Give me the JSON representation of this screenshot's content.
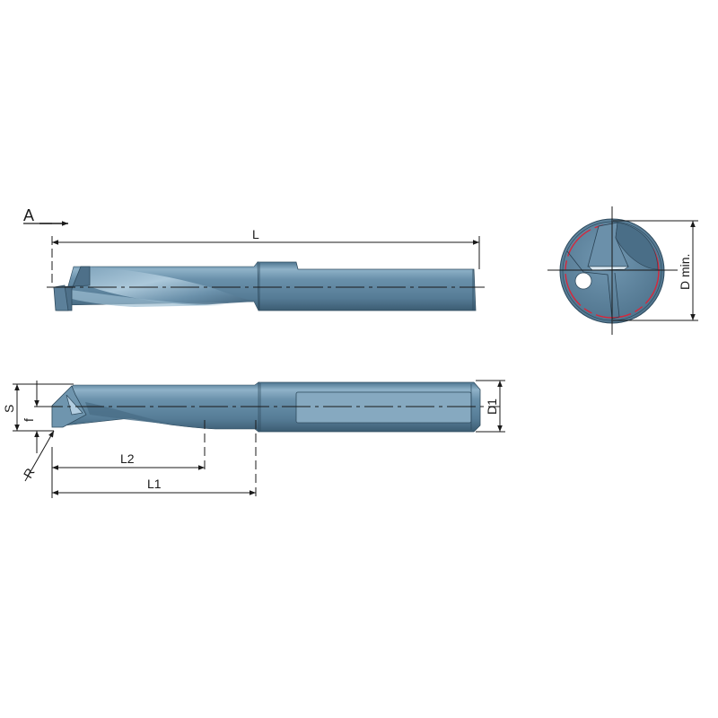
{
  "diagram": {
    "type": "technical-drawing",
    "subject": "solid carbide drill with coolant hole",
    "colors": {
      "tool_body": "#5f85a0",
      "tool_dark": "#3f6078",
      "tool_light": "#9dbdd2",
      "shank_flat": "#86a9c0",
      "line": "#1a1a1a",
      "margin_red": "#d8263a",
      "background": "#ffffff"
    },
    "view_arrow": {
      "label": "A"
    },
    "top_view": {
      "dimensions": {
        "overall_length": "L"
      }
    },
    "end_view": {
      "dimensions": {
        "diameter_min": "D min."
      }
    },
    "side_view": {
      "dimensions": {
        "step_height": "S",
        "point_offset": "f",
        "corner_radius": "R",
        "flute_length": "L2",
        "body_length": "L1",
        "shank_diameter": "D1"
      }
    }
  }
}
